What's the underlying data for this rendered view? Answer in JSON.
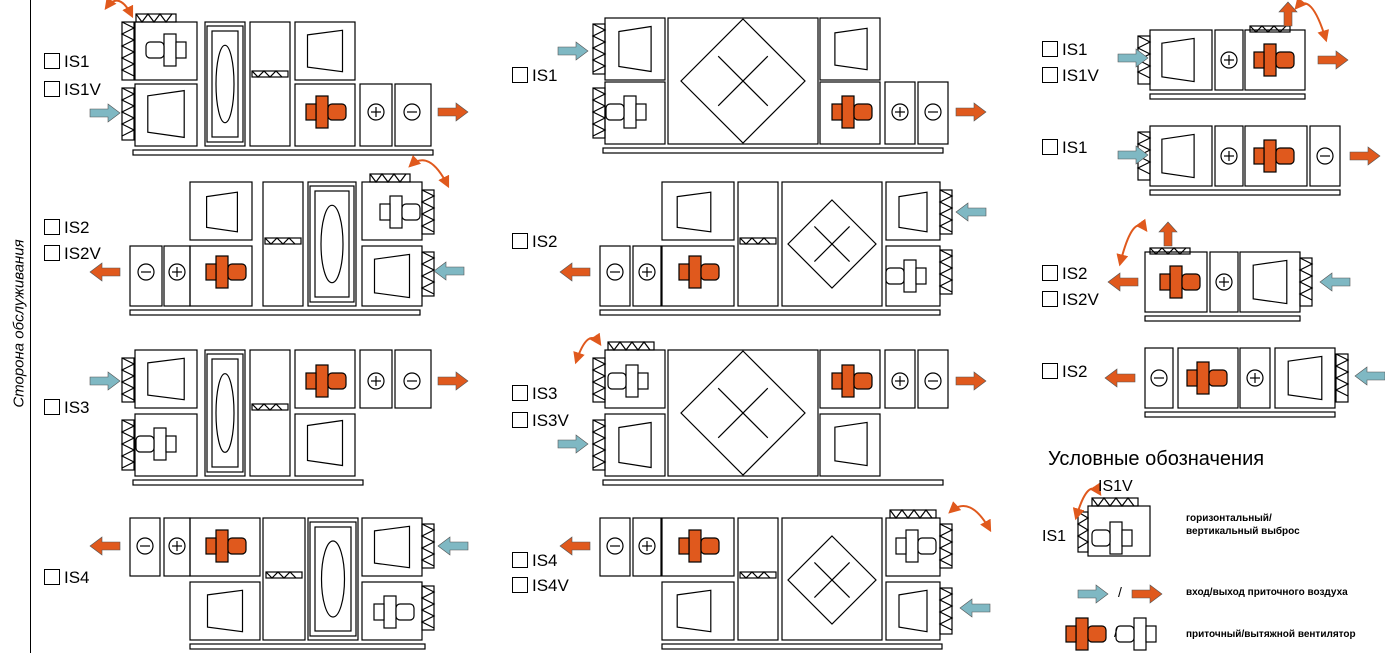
{
  "side_label": "Сторона обслуживания",
  "options": {
    "is1": "IS1",
    "is1v": "IS1V",
    "is2": "IS2",
    "is2v": "IS2V",
    "is3": "IS3",
    "is3v": "IS3V",
    "is4": "IS4",
    "is4v": "IS4V"
  },
  "legend": {
    "title": "Условные обозначения",
    "is1v": "IS1V",
    "is1": "IS1",
    "discharge_line1": "горизонтальный/",
    "discharge_line2": "вертикальный выброс",
    "slash1": "/",
    "slash2": "/",
    "air_desc": "вход/выход приточного воздуха",
    "fan_desc": "приточный/вытяжной вентилятор"
  },
  "colors": {
    "supply": "#e0591d",
    "intake": "#7fb8c3",
    "line": "#000000"
  }
}
